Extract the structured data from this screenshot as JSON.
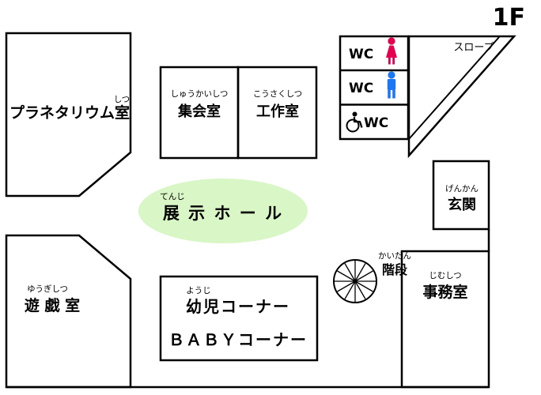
{
  "title": "1F",
  "colors": {
    "planetarium": "#d6d2f3",
    "room_green": "#cbf2b4",
    "hall_green": "#d9f6c6",
    "kids_pink": "#fcd5e5",
    "female_icon": "#e5004f",
    "male_icon": "#1d76f2",
    "wall": "#000000"
  },
  "rooms": {
    "planetarium": {
      "furigana": "しつ",
      "label": "プラネタリウム室"
    },
    "meeting_room": {
      "furigana": "しゅうかいしつ",
      "label": "集会室"
    },
    "workshop": {
      "furigana": "こうさくしつ",
      "label": "工作室"
    },
    "exhibition_hall": {
      "furigana": "てんじ",
      "label": "展 示 ホ ー ル"
    },
    "playroom": {
      "furigana": "ゆうぎしつ",
      "label": "遊 戯 室"
    },
    "kids_corner": {
      "furigana": "ようじ",
      "label_line1": "幼児コーナー",
      "label_line2": "ＢＡＢＹコーナー"
    },
    "office": {
      "furigana": "じむしつ",
      "label": "事務室"
    },
    "entrance": {
      "furigana": "げんかん",
      "label": "玄関"
    },
    "stairs": {
      "furigana": "かいだん",
      "label": "階段"
    },
    "slope": {
      "label": "スロープ"
    }
  },
  "toilets": {
    "female": {
      "label": "WC"
    },
    "male": {
      "label": "WC"
    },
    "accessible": {
      "label": "WC"
    }
  }
}
